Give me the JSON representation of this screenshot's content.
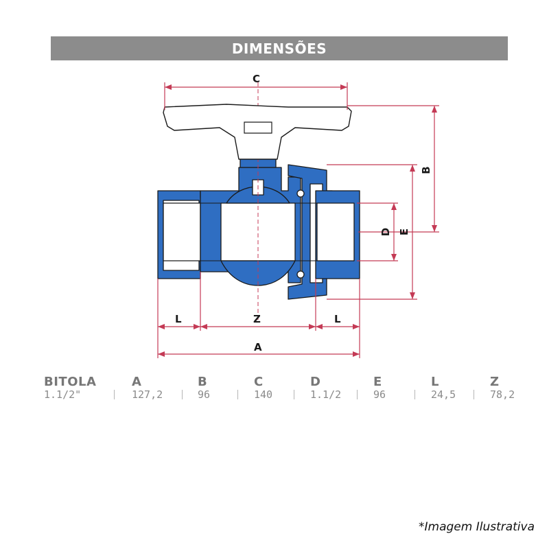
{
  "header": {
    "title": "DIMENSÕES"
  },
  "diagram": {
    "labels": {
      "A": "A",
      "B": "B",
      "C": "C",
      "D": "D",
      "E": "E",
      "L": "L",
      "Z": "Z"
    },
    "colors": {
      "body": "#2f6ec2",
      "outline": "#1a1a1a",
      "dimension": "#c43a55",
      "handle": "#ffffff"
    }
  },
  "table": {
    "headers": [
      "BITOLA",
      "A",
      "B",
      "C",
      "D",
      "E",
      "L",
      "Z"
    ],
    "values": [
      "1.1/2\"",
      "127,2",
      "96",
      "140",
      "1.1/2",
      "96",
      "24,5",
      "78,2"
    ]
  },
  "footnote": "*Imagem Ilustrativa"
}
